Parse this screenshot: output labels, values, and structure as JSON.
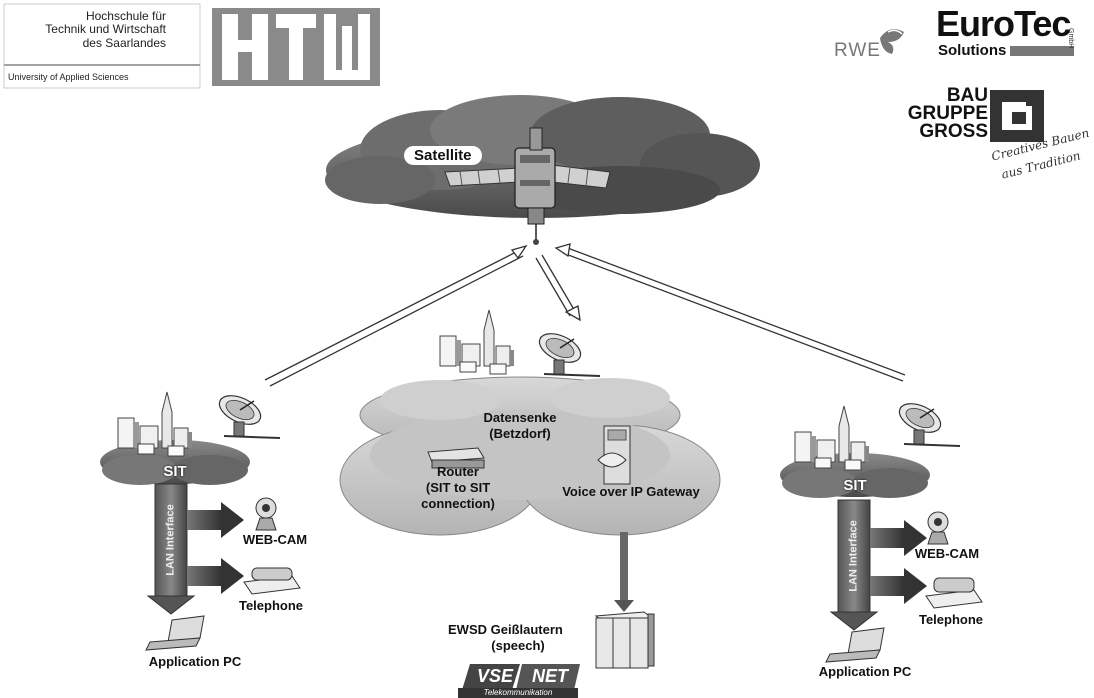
{
  "logos": {
    "htw": {
      "line1": "Hochschule für",
      "line2": "Technik und Wirtschaft",
      "line3": "des Saarlandes",
      "subtitle": "University of Applied Sciences",
      "mark": "HTW"
    },
    "rwe": "RWE",
    "eurotec": {
      "title": "EuroTec",
      "subtitle": "Solutions",
      "small": "GmbH"
    },
    "bau": {
      "line1": "BAU",
      "line2": "GRUPPE",
      "line3": "GROSS",
      "slogan1": "Creatives Bauen",
      "slogan2": "aus Tradition"
    },
    "vsenet": {
      "vse": "VSE",
      "net": "NET",
      "subtitle": "Telekommunikation"
    }
  },
  "satellite": {
    "label": "Satellite"
  },
  "center": {
    "datensenke": "Datensenke",
    "betzdorf": "(Betzdorf)",
    "router1": "Router",
    "router2": "(SIT to SIT",
    "router3": "connection)",
    "voip": "Voice over IP Gateway",
    "ewsd1": "EWSD Geißlautern",
    "ewsd2": "(speech)"
  },
  "left": {
    "sit": "SIT",
    "lan": "LAN Interface",
    "webcam": "WEB-CAM",
    "telephone": "Telephone",
    "pc": "Application PC"
  },
  "right": {
    "sit": "SIT",
    "lan": "LAN Interface",
    "webcam": "WEB-CAM",
    "telephone": "Telephone",
    "pc": "Application PC"
  }
}
